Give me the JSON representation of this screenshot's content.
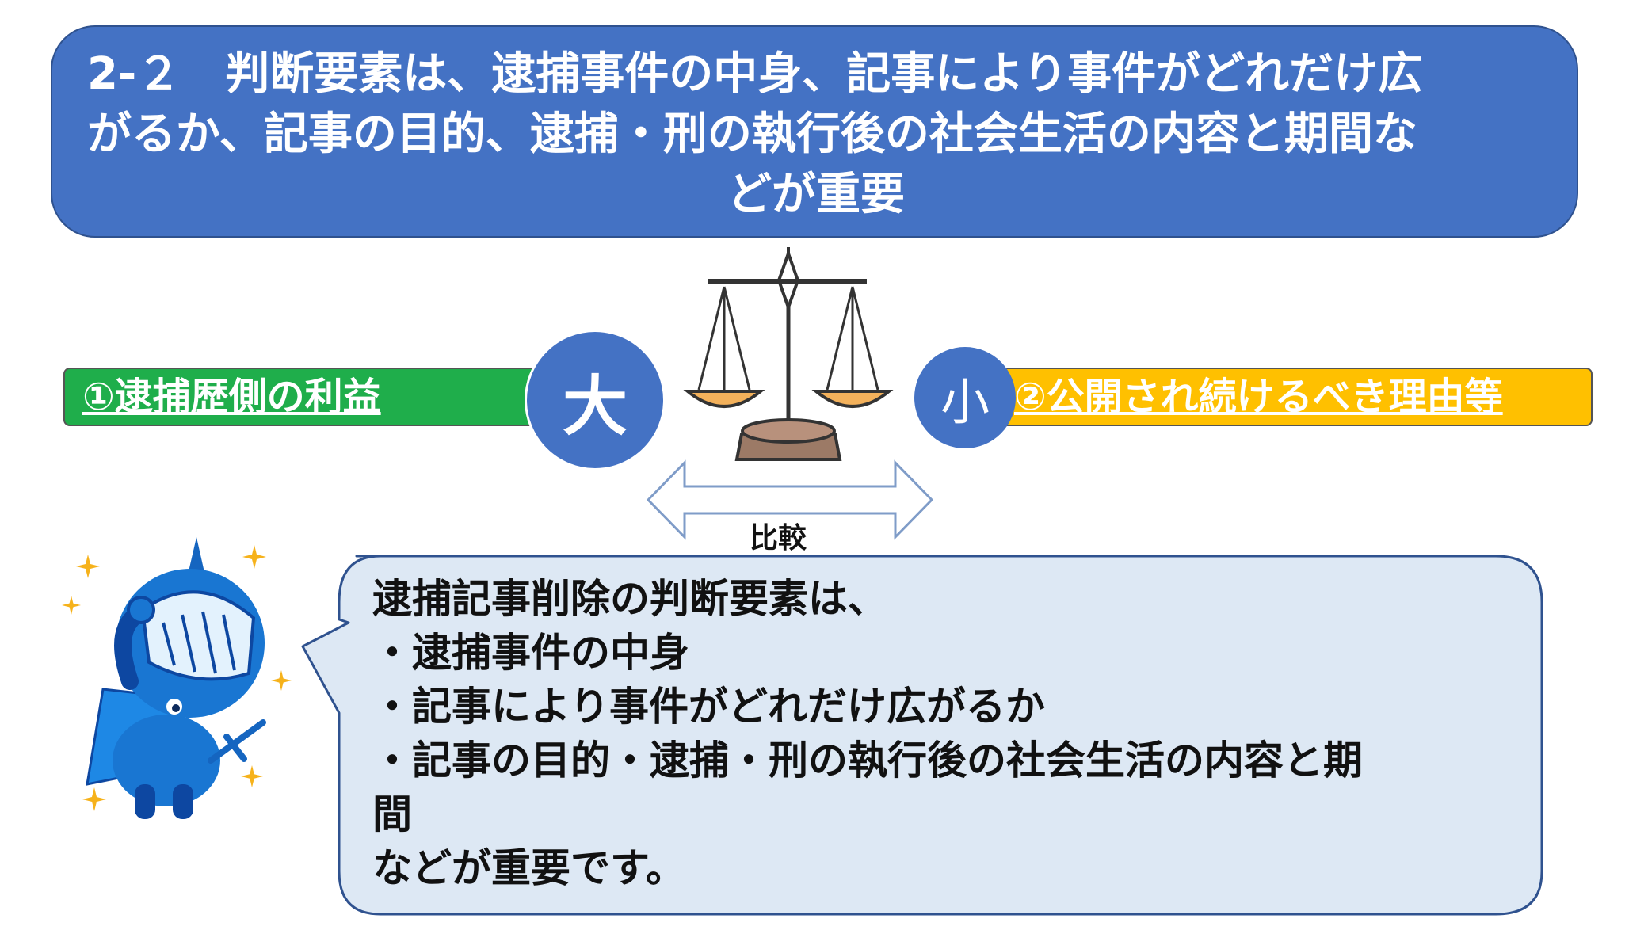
{
  "title": {
    "line1": "2-２　判断要素は、逮捕事件の中身、記事により事件がどれだけ広",
    "line2": "がるか、記事の目的、逮捕・刑の執行後の社会生活の内容と期間な",
    "line3": "どが重要"
  },
  "left_bar": {
    "label": "①逮捕歴側の利益",
    "color": "#1fae4b"
  },
  "right_bar": {
    "label": "②公開され続けるべき理由等",
    "color": "#ffc000"
  },
  "big_circle": "大",
  "small_circle": "小",
  "compare_label": "比較",
  "bubble": {
    "lines": [
      "逮捕記事削除の判断要素は、",
      "・逮捕事件の中身",
      "・記事により事件がどれだけ広がるか",
      "・記事の目的・逮捕・刑の執行後の社会生活の内容と期",
      "間",
      "などが重要です。"
    ]
  },
  "icons": [
    "scale-icon",
    "double-arrow-icon",
    "knight-mascot-icon",
    "sparkle-icon"
  ],
  "colors": {
    "accent": "#4472c4",
    "bubble_bg": "#dde8f4"
  }
}
